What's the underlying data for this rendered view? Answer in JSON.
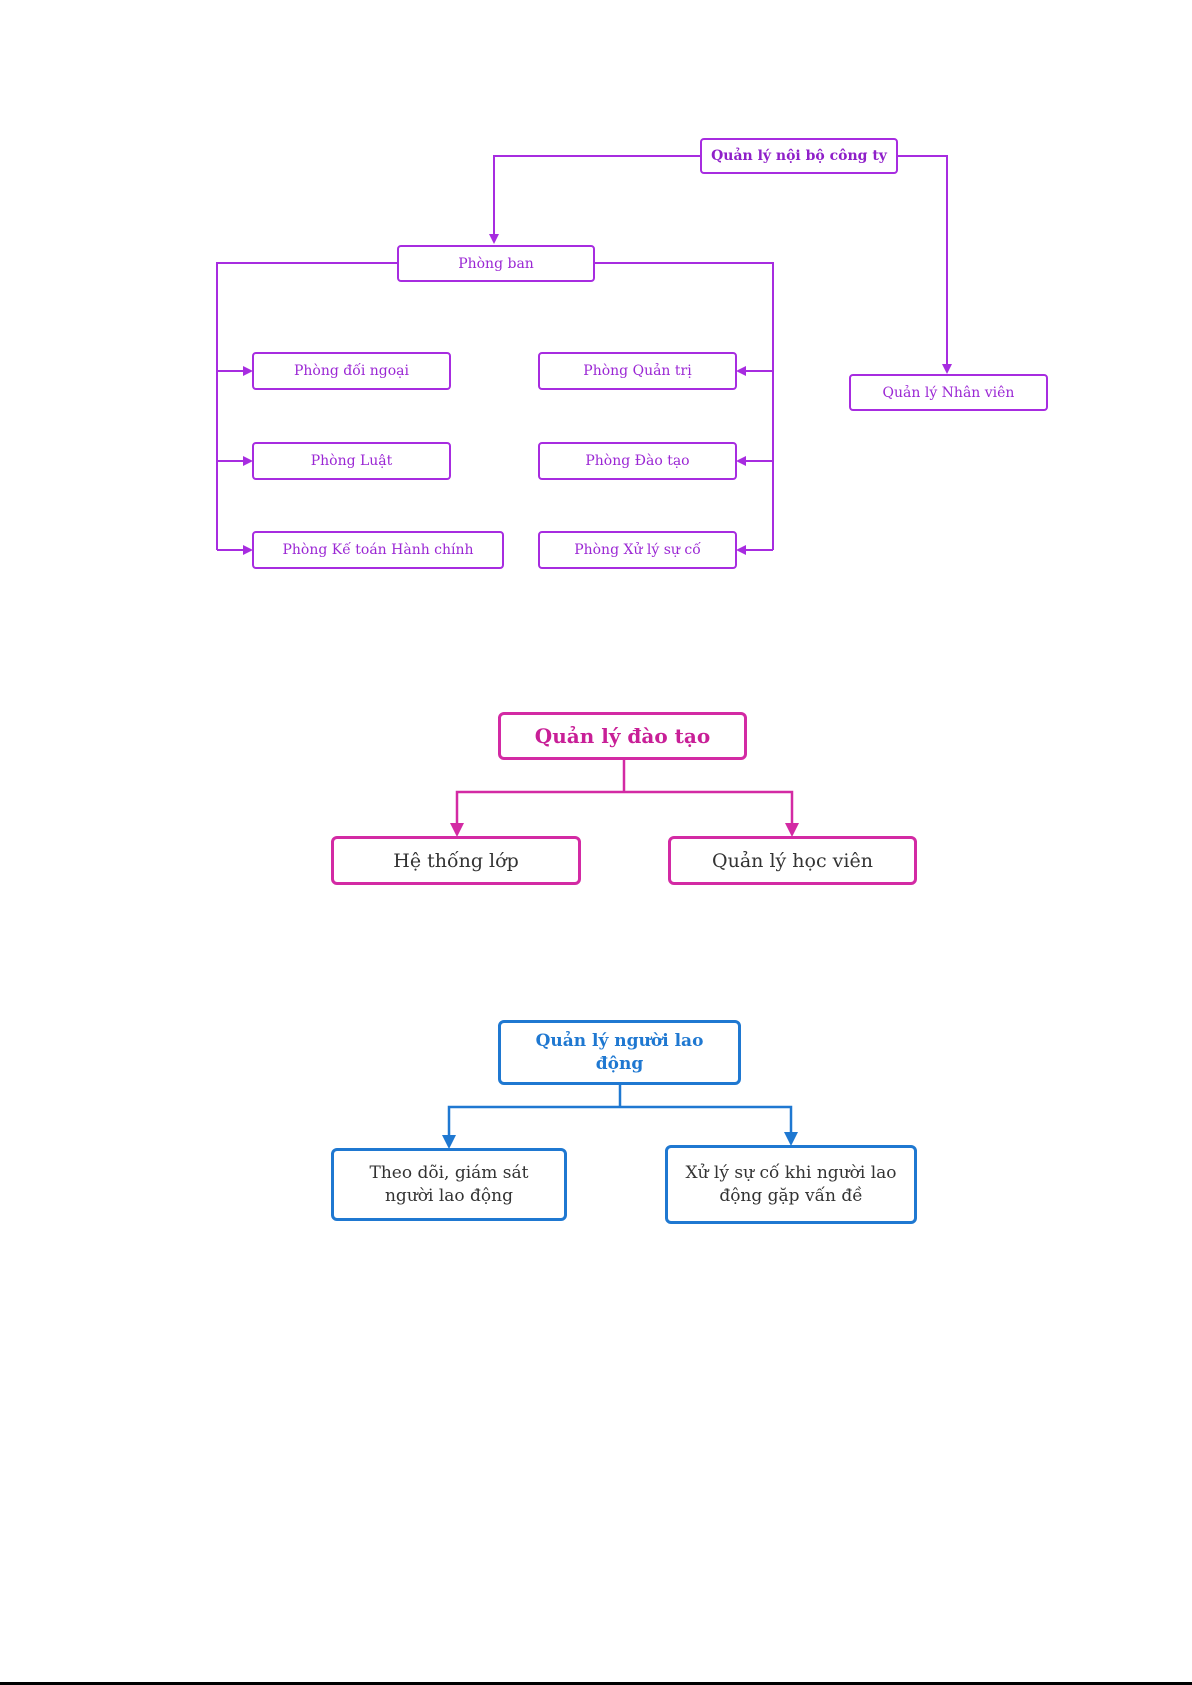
{
  "diagram1": {
    "root": "Quản lý nội bộ công ty",
    "departments": "Phòng ban",
    "staff": "Quản lý Nhân viên",
    "left_items": [
      "Phòng đối ngoại",
      "Phòng Luật",
      "Phòng Kế toán Hành chính"
    ],
    "right_items": [
      "Phòng Quản trị",
      "Phòng Đào tạo",
      "Phòng Xử lý sự cố"
    ],
    "color": "#a72ce0"
  },
  "diagram2": {
    "root": "Quản lý đào tạo",
    "children": [
      "Hệ thống lớp",
      "Quản lý học viên"
    ],
    "color": "#d32aa4"
  },
  "diagram3": {
    "root": "Quản lý người lao động",
    "children": [
      "Theo dõi, giám sát người lao động",
      "Xử lý sự cố khi người lao động gặp vấn đề"
    ],
    "color": "#1f78d1"
  }
}
